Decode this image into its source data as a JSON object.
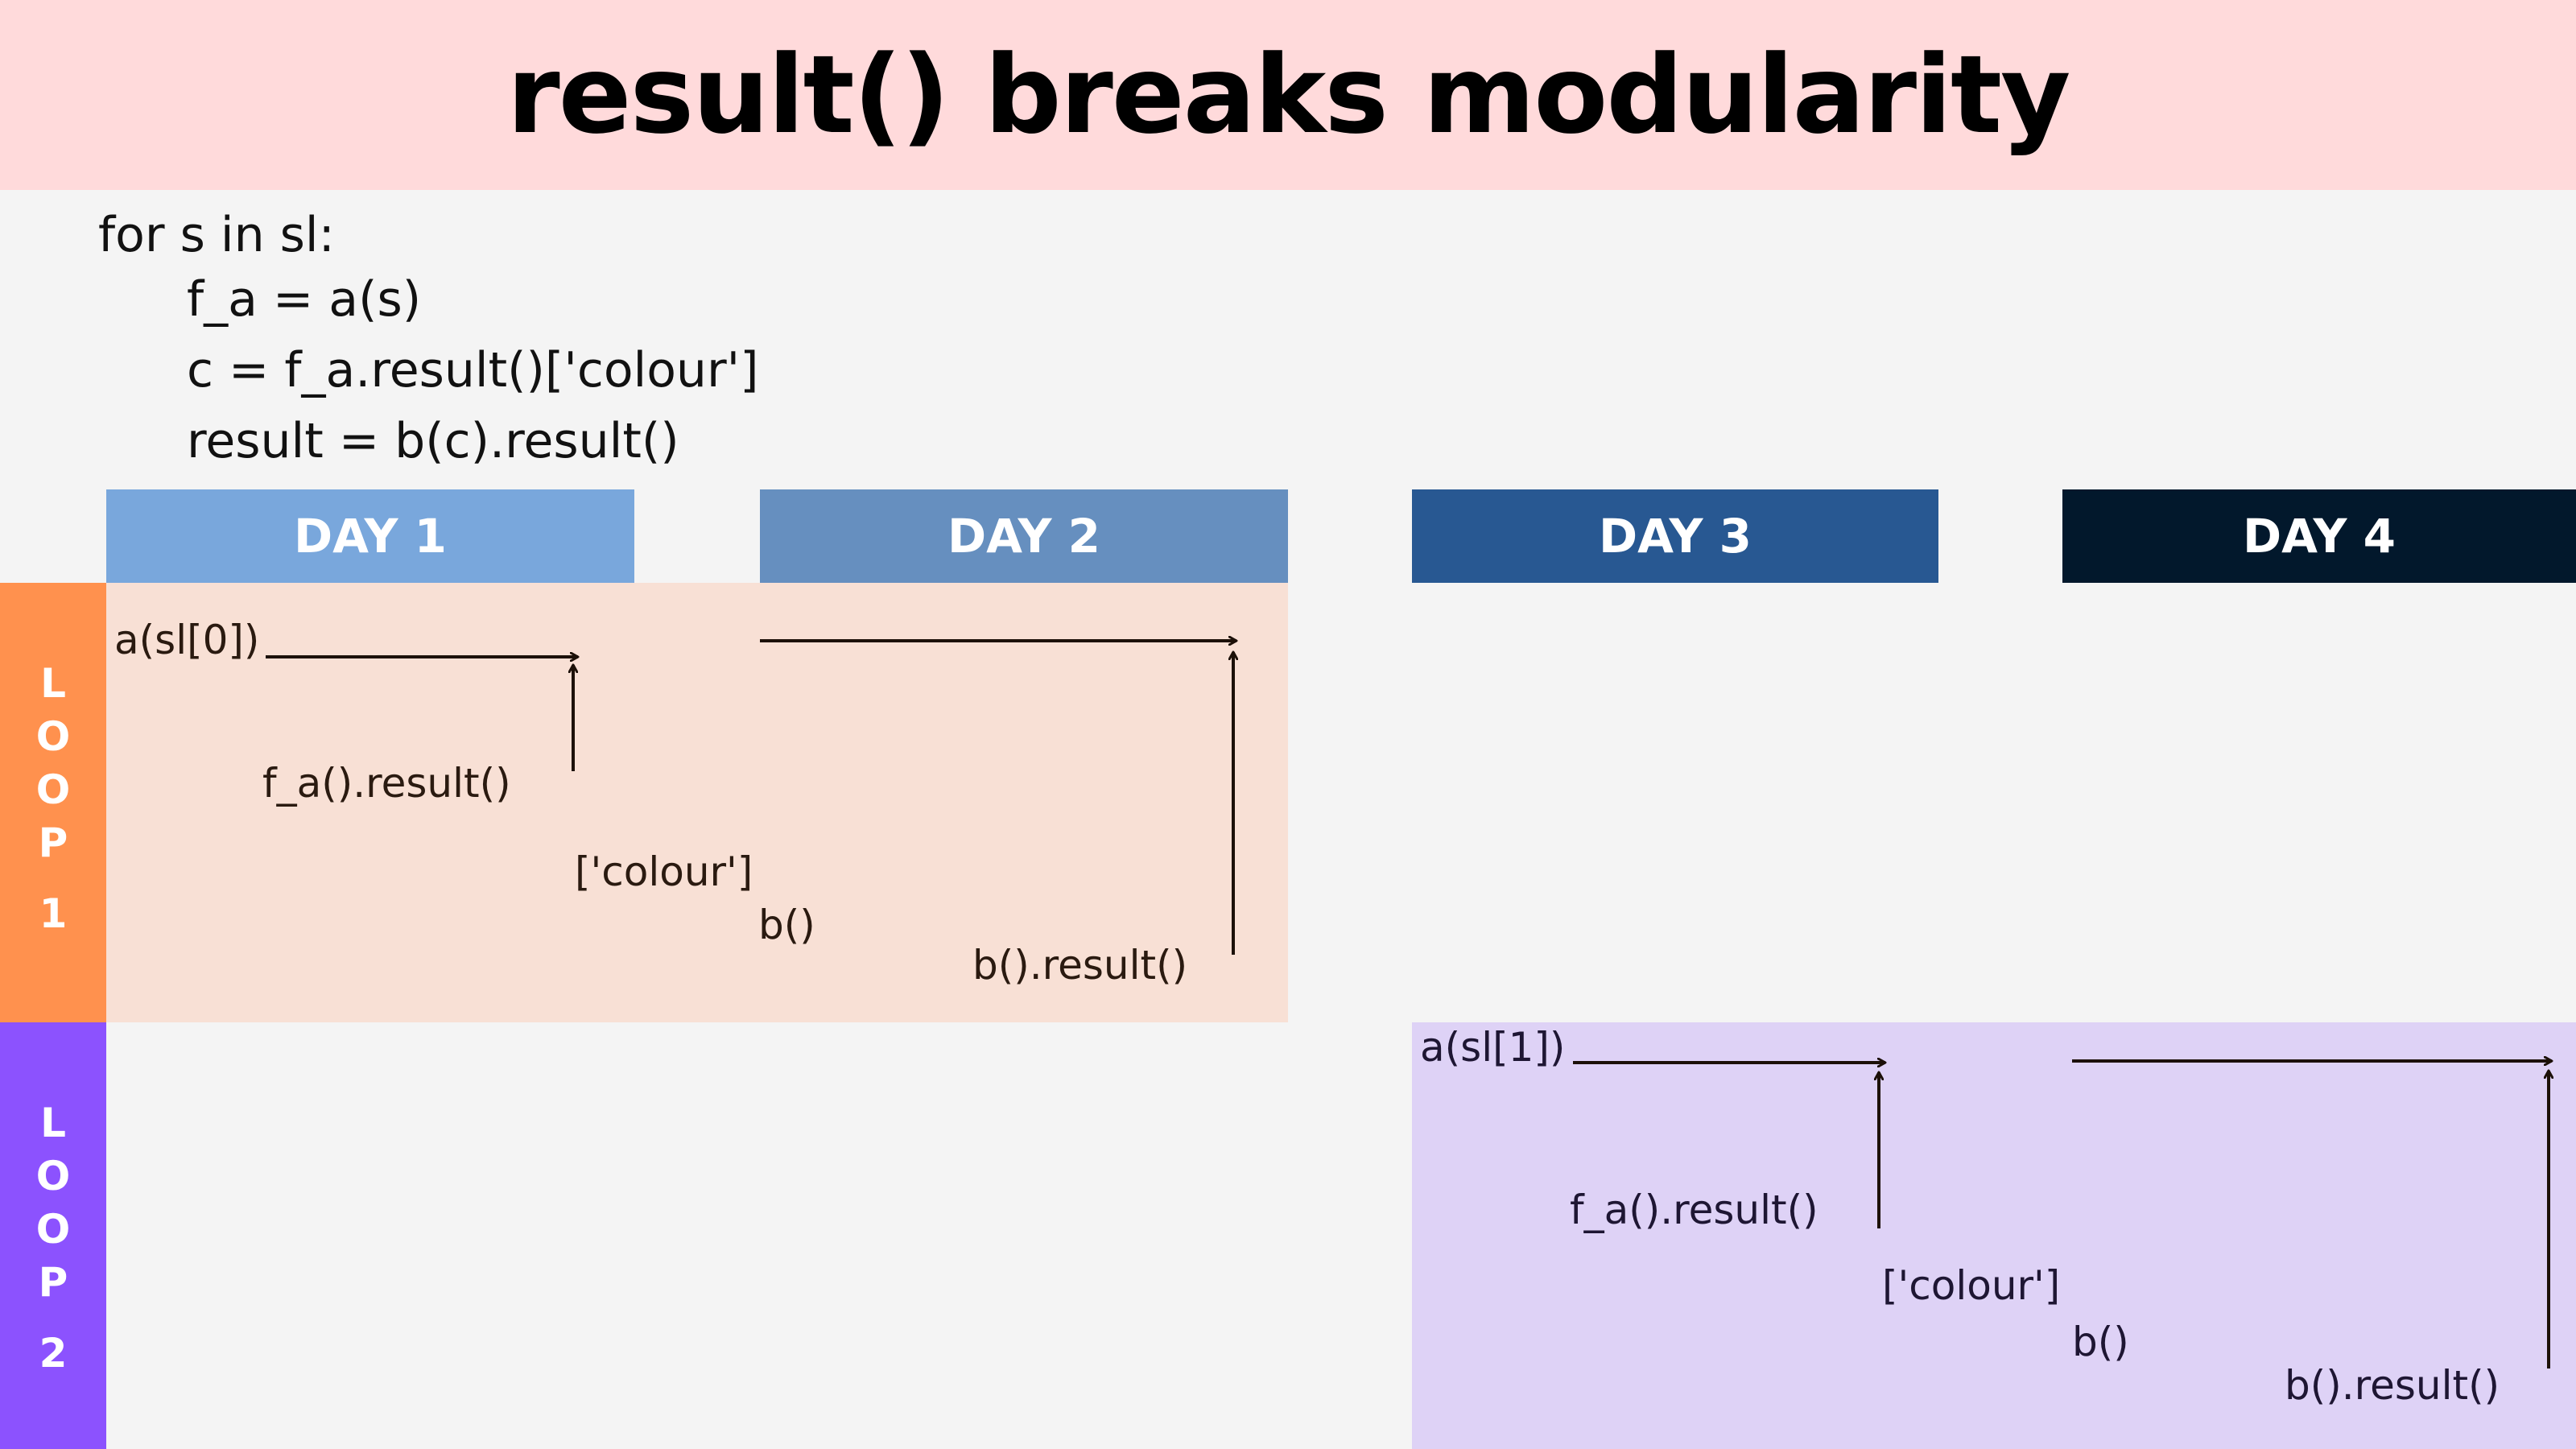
{
  "title": "result() breaks modularity",
  "code": {
    "line1": "for s in sl:",
    "line2": "f_a = a(s)",
    "line3": "c = f_a.result()['colour']",
    "line4": "result = b(c).result()"
  },
  "days": [
    {
      "label": "DAY 1",
      "color": "#79a7dc"
    },
    {
      "label": "DAY 2",
      "color": "#668fbf"
    },
    {
      "label": "DAY 3",
      "color": "#285892"
    },
    {
      "label": "DAY 4",
      "color": "#02182c"
    }
  ],
  "loops": [
    {
      "letters": [
        "L",
        "O",
        "O",
        "P",
        "1"
      ],
      "tab_color": "#ff914e",
      "band_color": "#f8e0d5",
      "call": "a(sl[0])",
      "result_call": "f_a().result()",
      "index": "['colour']",
      "b_call": "b()",
      "b_result": "b().result()"
    },
    {
      "letters": [
        "L",
        "O",
        "O",
        "P",
        "2"
      ],
      "tab_color": "#8c52fe",
      "band_color": "#ded2f6",
      "call": "a(sl[1])",
      "result_call": "f_a().result()",
      "index": "['colour']",
      "b_call": "b()",
      "b_result": "b().result()"
    }
  ],
  "arrow_color": "#1c1008"
}
